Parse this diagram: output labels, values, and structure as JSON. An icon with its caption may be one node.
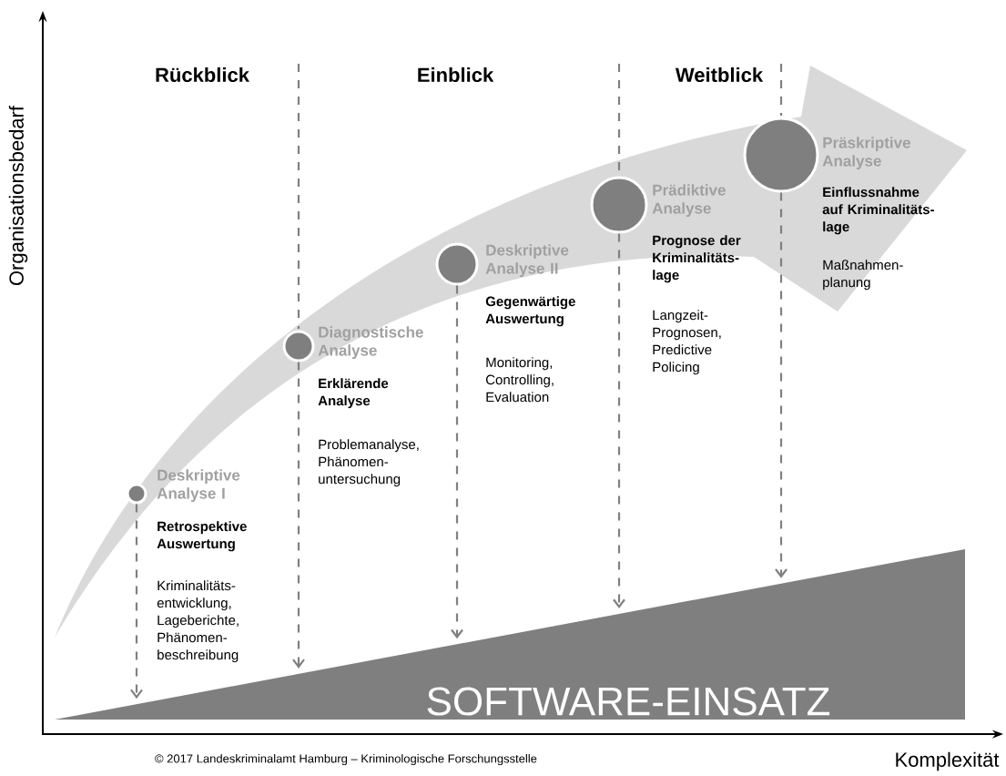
{
  "diagram": {
    "nodes": [
      {
        "text": [],
        "shape": "circle",
        "beside": [
          "Deskriptive Analyse I"
        ]
      },
      {
        "text": [],
        "shape": "circle",
        "beside": [
          "Diagnostische Analyse",
          "Erklärende Analyse",
          "Problemanalyse, Phänomen-untersuchung"
        ]
      },
      {
        "text": [],
        "shape": "circle",
        "beside": [
          "Deskriptive Analyse II",
          "Gegenwärtige Auswertung",
          "Monitoring, Controlling, Evaluation"
        ]
      },
      {
        "text": [],
        "shape": "circle",
        "beside": [
          "Prädiktive Analyse",
          "Prognose der Kriminalitäts-lage",
          "Langzeit-Prognosen, Predictive Policing"
        ]
      },
      {
        "text": [],
        "shape": "circle",
        "beside": [
          "Präskriptive Analyse",
          "Einflussnahme auf Kriminalitäts-lage",
          "Maßnahmen-planung"
        ]
      },
      {
        "text": [
          "SOFTWARE-EINSATZ"
        ]
      }
    ],
    "edges": [
      {
        "from": 0,
        "to": 5,
        "arrow": "to",
        "style": "dashed"
      },
      {
        "from": 1,
        "to": 5,
        "arrow": "to",
        "style": "dashed"
      },
      {
        "from": 2,
        "to": 5,
        "arrow": "to",
        "style": "dashed"
      },
      {
        "from": 3,
        "to": 5,
        "arrow": "to",
        "style": "dashed"
      },
      {
        "from": 4,
        "to": 5,
        "arrow": "to",
        "style": "dashed"
      }
    ],
    "labels": [
      "Retrospektive Auswertung",
      "Kriminalitäts-entwicklung, Lageberichte, Phänomen-beschreibung",
      "Rückblick",
      "Einblick",
      "Weitblick",
      "Organisationsbedarf",
      "Komplexität",
      "© 2017 Landeskriminalamt Hamburg – Kriminologische Forschungsstelle"
    ]
  }
}
